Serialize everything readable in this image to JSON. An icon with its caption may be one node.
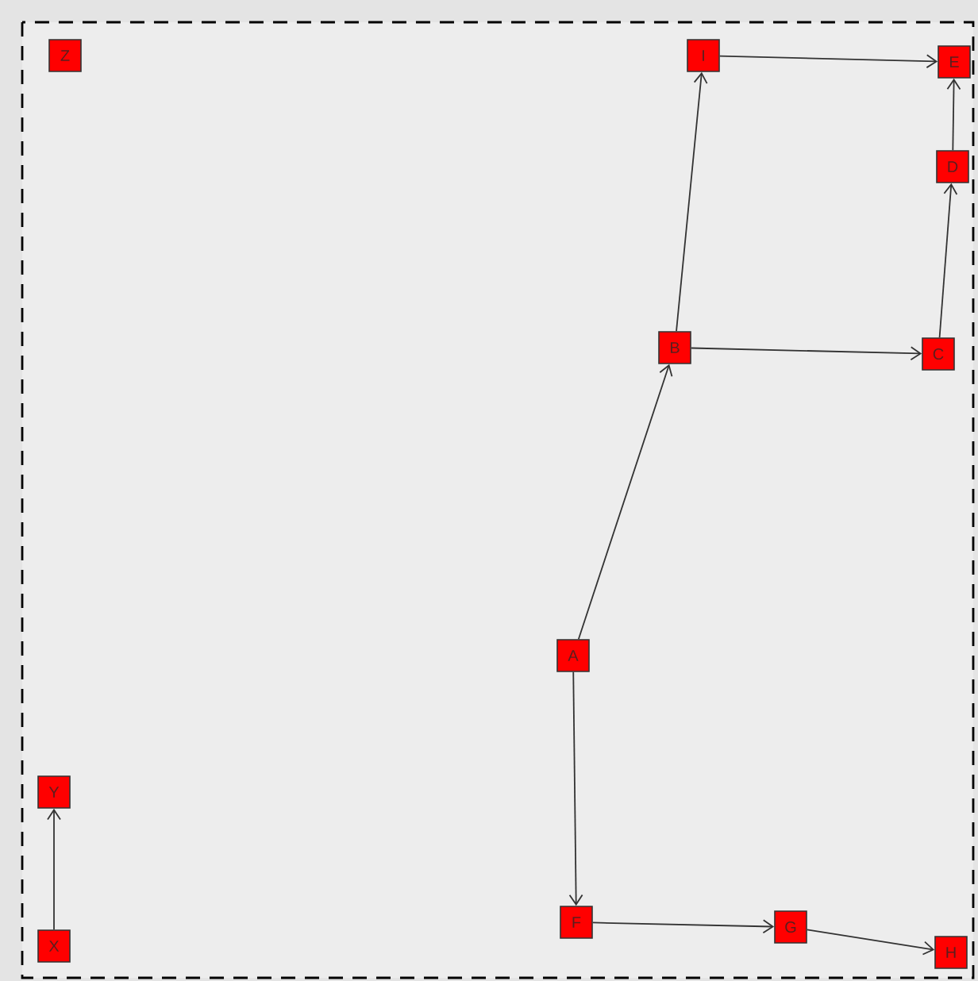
{
  "diagram": {
    "nodes": [
      {
        "text": [
          "Z"
        ]
      },
      {
        "text": [
          "I"
        ]
      },
      {
        "text": [
          "E"
        ]
      },
      {
        "text": [
          "D"
        ]
      },
      {
        "text": [
          "B"
        ]
      },
      {
        "text": [
          "C"
        ]
      },
      {
        "text": [
          "A"
        ]
      },
      {
        "text": [
          "Y"
        ]
      },
      {
        "text": [
          "F"
        ]
      },
      {
        "text": [
          "G"
        ]
      },
      {
        "text": [
          "X"
        ]
      },
      {
        "text": [
          "H"
        ]
      }
    ],
    "edges": [
      {
        "from": 6,
        "to": 4,
        "arrow": "to"
      },
      {
        "from": 4,
        "to": 1,
        "arrow": "to"
      },
      {
        "from": 1,
        "to": 2,
        "arrow": "to"
      },
      {
        "from": 4,
        "to": 5,
        "arrow": "to"
      },
      {
        "from": 5,
        "to": 3,
        "arrow": "to"
      },
      {
        "from": 3,
        "to": 2,
        "arrow": "to"
      },
      {
        "from": 6,
        "to": 8,
        "arrow": "to"
      },
      {
        "from": 8,
        "to": 9,
        "arrow": "to"
      },
      {
        "from": 9,
        "to": 11,
        "arrow": "to"
      },
      {
        "from": 10,
        "to": 7,
        "arrow": "to"
      }
    ]
  }
}
